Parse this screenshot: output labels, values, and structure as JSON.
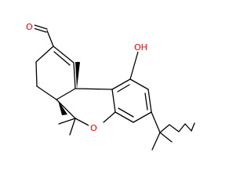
{
  "diagram": {
    "atoms": {
      "aldehyde_oxygen": {
        "text": "O",
        "color": "#ff0000"
      },
      "hydroxyl": {
        "text": "OH",
        "color": "#ff0000"
      },
      "ring_oxygen": {
        "text": "O",
        "color": "#ff0000"
      }
    },
    "colors": {
      "bond": "#000000",
      "heteroatom": "#ff0000",
      "background": "#ffffff"
    }
  }
}
